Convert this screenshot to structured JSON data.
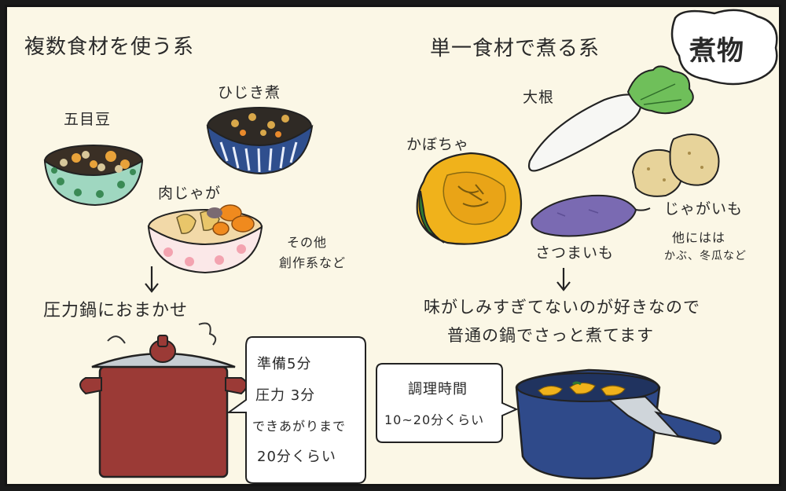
{
  "title_badge": "煮物",
  "left": {
    "heading": "複数食材を使う系",
    "dishes": {
      "gomoku": "五目豆",
      "hijiki": "ひじき煮",
      "nikujaga": "肉じゃが",
      "others_line1": "その他",
      "others_line2": "創作系など"
    },
    "arrow": "↓",
    "method": "圧力鍋におまかせ",
    "bubble": {
      "line1": "準備5分",
      "line2": "圧力 3分",
      "line3": "できあがりまで",
      "line4": "20分くらい"
    }
  },
  "right": {
    "heading": "単一食材で煮る系",
    "items": {
      "daikon": "大根",
      "kabocha": "かぼちゃ",
      "jagaimo": "じゃがいも",
      "satsumaimo": "さつまいも",
      "others_line1": "他にはは",
      "others_line2": "かぶ、冬瓜など"
    },
    "arrow": "↓",
    "note_line1": "味がしみすぎてないのが好きなので",
    "note_line2": "普通の鍋でさっと煮てます",
    "bubble": {
      "line1": "調理時間",
      "line2": "10~20分くらい"
    }
  }
}
